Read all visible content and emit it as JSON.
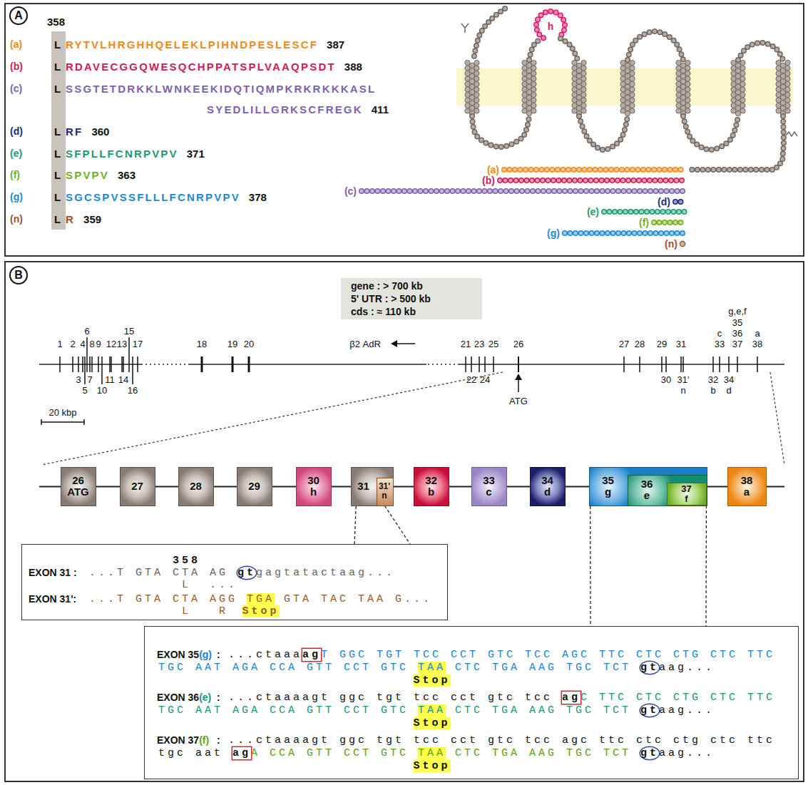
{
  "diagram": {
    "nodes": [
      {
        "text": [
          "A"
        ]
      },
      {
        "text": [
          "B"
        ]
      },
      {
        "text": [
          "gene : > 700 kb",
          "5' UTR : > 500 kb",
          "cds : ≈ 110 kb"
        ],
        "in": 1
      },
      {
        "text": [
          "26",
          "ATG"
        ],
        "in": 1
      },
      {
        "text": [
          "27"
        ],
        "in": 1
      },
      {
        "text": [
          "28"
        ],
        "in": 1
      },
      {
        "text": [
          "29"
        ],
        "in": 1
      },
      {
        "text": [
          "30",
          "h"
        ],
        "in": 1
      },
      {
        "text": [
          "31"
        ],
        "in": 1
      },
      {
        "text": [
          "31'",
          "n"
        ],
        "in": 8
      },
      {
        "text": [
          "32",
          "b"
        ],
        "in": 1
      },
      {
        "text": [
          "33",
          "c"
        ],
        "in": 1
      },
      {
        "text": [
          "34",
          "d"
        ],
        "in": 1
      },
      {
        "text": [
          "35",
          "g"
        ],
        "in": 1
      },
      {
        "text": [
          "36",
          "e"
        ],
        "in": 13
      },
      {
        "text": [
          "37",
          "f"
        ],
        "in": 14
      },
      {
        "text": [
          "38",
          "a"
        ],
        "in": 1
      },
      {
        "text": [
          "358",
          "EXON 31 :",
          "...T GTA CTA AG",
          "gt",
          "gagtatactaag...",
          "L",
          "...",
          "EXON 31':",
          "...T GTA CTA AGG",
          "TGA",
          "GTA TAC TAA G...",
          "L",
          "R",
          "Stop"
        ],
        "in": 1
      },
      {
        "text": [
          "EXON 35",
          "(g)",
          ":",
          "...ctaaa",
          "ag",
          "T GGC TGT TCC CCT GTC TCC AGC TTC CTC CTG CTC TTC",
          "TGC AAT AGA CCA GTT CCT GTC",
          "TAA",
          "CTC TGA AAG TGC TCT",
          "gt",
          "aag...",
          "Stop",
          "EXON 36",
          "(e)",
          ":",
          "...ctaaaagt ggc tgt tcc cct gtc tcc",
          "ag",
          "C TTC CTC CTG CTC TTC",
          "TGC AAT AGA CCA GTT CCT GTC",
          "TAA",
          "CTC TGA AAG TGC TCT",
          "gt",
          "aag...",
          "Stop",
          "EXON 37",
          "(f)",
          ":",
          "...ctaaaagt ggc tgt tcc cct gtc tcc agc ttc ctc ctg ctc ttc",
          "tgc aat",
          "ag",
          "A CCA GTT CCT GTC",
          "TAA",
          "CTC TGA AAG TGC TCT",
          "gt",
          "aag...",
          "Stop"
        ],
        "in": 1
      }
    ],
    "edges": [
      {
        "from": 3,
        "to": 4,
        "arrow": "none"
      },
      {
        "from": 4,
        "to": 5,
        "arrow": "none"
      },
      {
        "from": 5,
        "to": 6,
        "arrow": "none"
      },
      {
        "from": 6,
        "to": 7,
        "arrow": "none"
      },
      {
        "from": 7,
        "to": 8,
        "arrow": "none"
      },
      {
        "from": 8,
        "to": 10,
        "arrow": "none"
      },
      {
        "from": 10,
        "to": 11,
        "arrow": "none"
      },
      {
        "from": 11,
        "to": 12,
        "arrow": "none"
      },
      {
        "from": 12,
        "to": 13,
        "arrow": "none"
      },
      {
        "from": 13,
        "to": 16,
        "arrow": "none"
      },
      {
        "from": 8,
        "to": 17,
        "arrow": "none"
      },
      {
        "from": 9,
        "to": 17,
        "arrow": "none"
      },
      {
        "from": 13,
        "to": 18,
        "arrow": "none"
      },
      {
        "from": 15,
        "to": 18,
        "arrow": "none"
      }
    ],
    "labels": [
      "358",
      "(a)",
      "L",
      "RYTVLHRGHHQELEKLPIHNDPESLESCF",
      "387",
      "(b)",
      "L",
      "RDAVECGGQWESQCHPPATSPLVAAQPSDT",
      "388",
      "(c)",
      "L",
      "SSGTETDRKKLWNKEEKIDQTIQMPKRKRKKKASL",
      "SYEDLILLGRKSCFREGK",
      "411",
      "(d)",
      "L",
      "RF",
      "360",
      "(e)",
      "L",
      "SFPLLFCNRPVPV",
      "371",
      "(f)",
      "L",
      "SPVPV",
      "363",
      "(g)",
      "L",
      "SGCSPVSSFLLLFCNRPVPV",
      "378",
      "(n)",
      "L",
      "R",
      "359",
      "h",
      "(a)",
      "(b)",
      "(c)",
      "(d)",
      "(e)",
      "(f)",
      "(g)",
      "(n)",
      "1",
      "2",
      "4",
      "8",
      "9",
      "12",
      "13",
      "17",
      "6",
      "15",
      "3",
      "7",
      "11",
      "14",
      "5",
      "10",
      "16",
      "18",
      "19",
      "20",
      "β2 AdR",
      "21",
      "23",
      "25",
      "22",
      "24",
      "26",
      "ATG",
      "27",
      "28",
      "29",
      "31",
      "30",
      "31'",
      "n",
      "33",
      "c",
      "32",
      "b",
      "34",
      "d",
      "37",
      "36",
      "35",
      "g,e,f",
      "38",
      "a",
      "20 kbp"
    ]
  }
}
